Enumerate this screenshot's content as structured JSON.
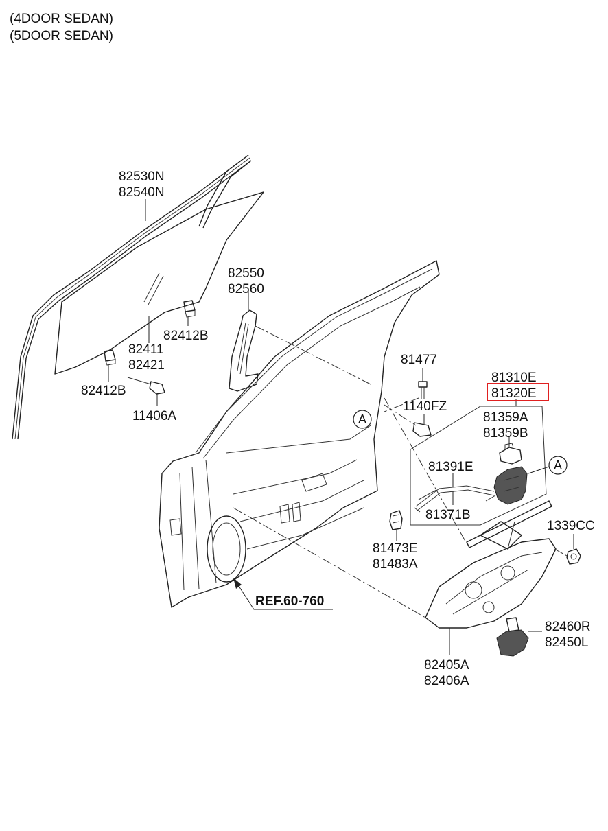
{
  "header": {
    "line1": "(4DOOR SEDAN)",
    "line2": "(5DOOR SEDAN)"
  },
  "reference": {
    "label": "REF.60-760"
  },
  "callout": {
    "letter": "A"
  },
  "highlight_color": "#e02020",
  "parts": [
    {
      "id": "p1",
      "lines": [
        "82530N",
        "82540N"
      ]
    },
    {
      "id": "p2",
      "lines": [
        "82550",
        "82560"
      ]
    },
    {
      "id": "p3",
      "lines": [
        "82412B"
      ]
    },
    {
      "id": "p4",
      "lines": [
        "82411",
        "82421"
      ]
    },
    {
      "id": "p5",
      "lines": [
        "82412B"
      ]
    },
    {
      "id": "p6",
      "lines": [
        "11406A"
      ]
    },
    {
      "id": "p7",
      "lines": [
        "81477"
      ]
    },
    {
      "id": "p8",
      "lines": [
        "1140FZ"
      ]
    },
    {
      "id": "p9",
      "lines": [
        "81310E"
      ]
    },
    {
      "id": "p10",
      "lines": [
        "81320E"
      ],
      "highlighted": true
    },
    {
      "id": "p11",
      "lines": [
        "81359A",
        "81359B"
      ]
    },
    {
      "id": "p12",
      "lines": [
        "81391E"
      ]
    },
    {
      "id": "p13",
      "lines": [
        "81371B"
      ]
    },
    {
      "id": "p14",
      "lines": [
        "81473E",
        "81483A"
      ]
    },
    {
      "id": "p15",
      "lines": [
        "1339CC"
      ]
    },
    {
      "id": "p16",
      "lines": [
        "82460R",
        "82450L"
      ]
    },
    {
      "id": "p17",
      "lines": [
        "82405A",
        "82406A"
      ]
    }
  ]
}
